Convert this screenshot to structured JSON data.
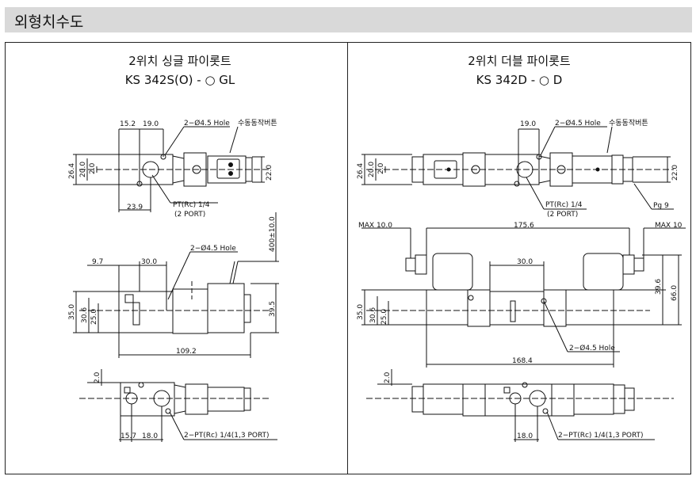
{
  "header": {
    "title": "외형치수도"
  },
  "left": {
    "title1": "2위치 싱글 파이롯트",
    "title2": "KS 342S(O) - ○ GL",
    "dims": {
      "d15_2": "15.2",
      "d19_0": "19.0",
      "hole": "2−Ø4.5 Hole",
      "manual": "수동동작버튼",
      "d26_4": "26.4",
      "d20_0": "20.0",
      "d2_0": "2.0",
      "d22_0": "22.0",
      "d23_9": "23.9",
      "port1": "PT(Rc) 1/4",
      "port2": "(2 PORT)",
      "d400": "400±10.0",
      "d9_7": "9.7",
      "d30_0": "30.0",
      "hole2": "2−Ø4.5 Hole",
      "d35_0": "35.0",
      "d30_6": "30.6",
      "d25_0": "25.0",
      "d39_5": "39.5",
      "d109_2": "109.2",
      "d2_0b": "2.0",
      "d15_7": "15.7",
      "d18_0": "18.0",
      "port13": "2−PT(Rc) 1/4(1,3 PORT)"
    }
  },
  "right": {
    "title1": "2위치 더블 파이롯트",
    "title2": "KS 342D - ○ D",
    "dims": {
      "d19_0": "19.0",
      "hole": "2−Ø4.5 Hole",
      "manual": "수동동작버튼",
      "d26_4": "26.4",
      "d20_0": "20.0",
      "d2_0": "2.0",
      "d22_0": "22.0",
      "port1": "PT(Rc) 1/4",
      "port2": "(2 PORT)",
      "pg9": "Pg 9",
      "max_l": "MAX 10.0",
      "d175_6": "175.6",
      "max_r": "MAX 10",
      "d30_0": "30.0",
      "d39_6": "39.6",
      "d66_0": "66.0",
      "d35_0": "35.0",
      "d30_6": "30.6",
      "d25_0": "25.0",
      "hole2": "2−Ø4.5 Hole",
      "d168_4": "168.4",
      "d2_0b": "2.0",
      "d18_0": "18.0",
      "port13": "2−PT(Rc) 1/4(1,3 PORT)"
    }
  }
}
